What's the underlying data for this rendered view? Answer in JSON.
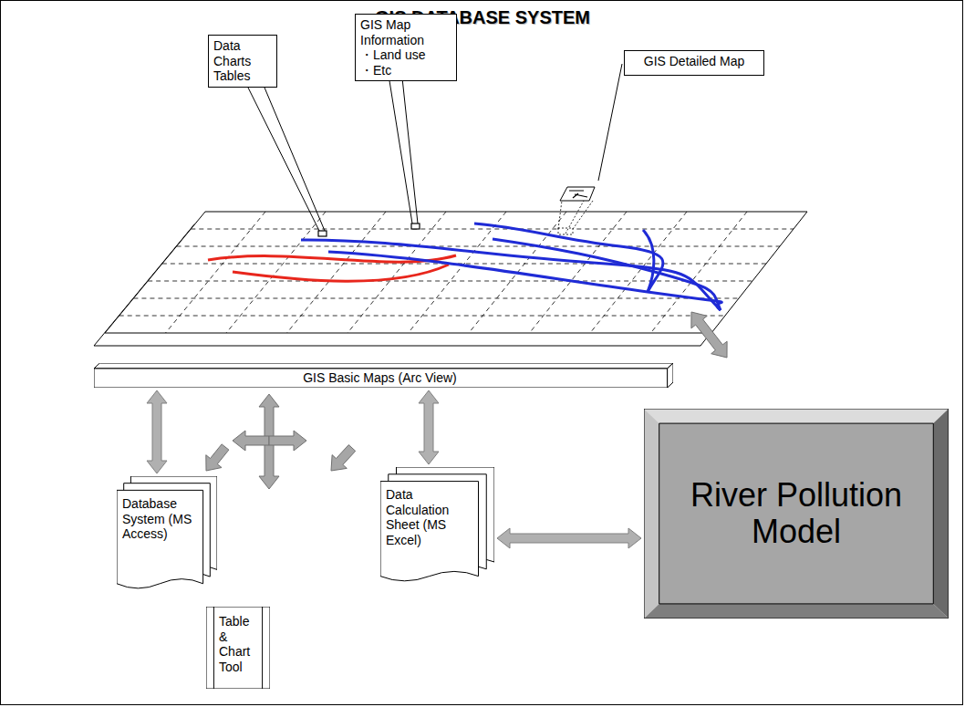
{
  "diagram": {
    "title": "GIS DATABASE SYSTEM",
    "nodes": [
      {
        "text": [
          "Data Charts Tables"
        ]
      },
      {
        "text": [
          "GIS Map Information",
          "・Land use",
          "・Etc"
        ]
      },
      {
        "text": [
          "GIS Detailed Map"
        ]
      },
      {
        "text": [
          "GIS Basic Maps (Arc View)"
        ]
      },
      {
        "text": [
          "River Pollution Model"
        ]
      },
      {
        "text": [
          "Database System (MS Access)"
        ]
      },
      {
        "text": [
          "Data Calculation Sheet (MS Excel)"
        ]
      },
      {
        "text": [
          "Table & Chart Tool"
        ]
      }
    ],
    "edges": [
      {
        "from": 3,
        "to": 5,
        "arrow": "both"
      },
      {
        "from": 3,
        "to": 6,
        "arrow": "both"
      },
      {
        "from": 6,
        "to": 4,
        "arrow": "both"
      }
    ]
  }
}
